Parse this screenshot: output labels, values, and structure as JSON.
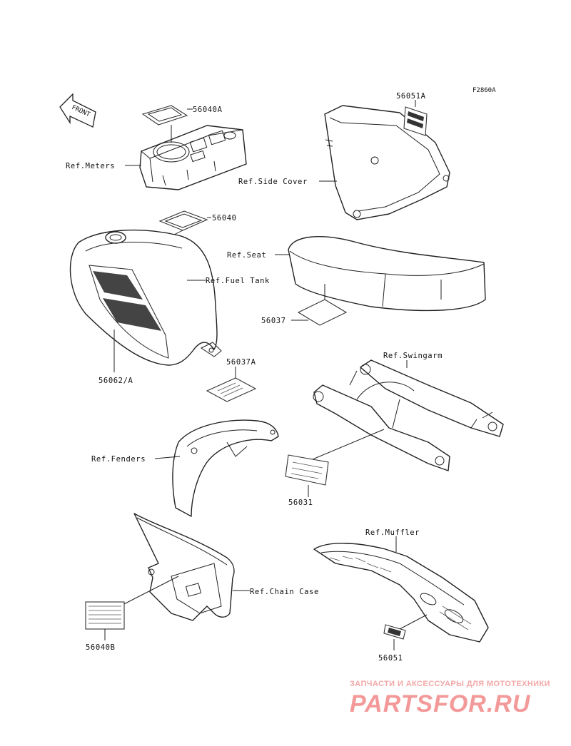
{
  "figure_code": "F2860A",
  "front_label": "FRONT",
  "labels": {
    "p56040A": "56040A",
    "ref_meters": "Ref.Meters",
    "p56051A": "56051A",
    "ref_side_cover": "Ref.Side Cover",
    "p56040": "56040",
    "ref_seat": "Ref.Seat",
    "ref_fuel_tank": "Ref.Fuel Tank",
    "p56037": "56037",
    "p56062A": "56062/A",
    "p56037A": "56037A",
    "ref_swingarm": "Ref.Swingarm",
    "ref_fenders": "Ref.Fenders",
    "p56031": "56031",
    "ref_muffler": "Ref.Muffler",
    "ref_chain_case": "Ref.Chain Case",
    "p56040B": "56040B",
    "p56051": "56051"
  },
  "watermark": {
    "tagline": "ЗАПЧАСТИ И АКСЕССУАРЫ ДЛЯ МОТОТЕХНИКИ",
    "logo": "PARTSFOR.RU",
    "color": "#f07878"
  }
}
